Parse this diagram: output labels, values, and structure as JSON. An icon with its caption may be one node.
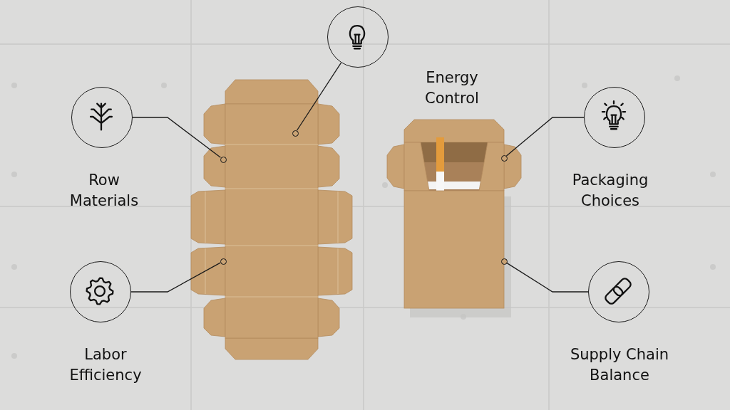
{
  "diagram": {
    "nodes": [
      {
        "text": [
          "Row Materials"
        ]
      },
      {
        "text": [
          "Energy Control"
        ]
      },
      {
        "text": [
          "Packaging Choices"
        ]
      },
      {
        "text": [
          "Labor Efficiency"
        ]
      },
      {
        "text": [
          "Supply Chain Balance"
        ]
      },
      {
        "text": [],
        "shape": "circle"
      },
      {
        "text": [],
        "shape": "circle"
      },
      {
        "text": [],
        "shape": "circle"
      },
      {
        "text": [],
        "shape": "circle"
      },
      {
        "text": [],
        "shape": "circle"
      }
    ],
    "edges": [
      {
        "from": 0,
        "to": 5,
        "arrow": "none"
      },
      {
        "from": 1,
        "to": 6,
        "arrow": "none"
      },
      {
        "from": 2,
        "to": 7,
        "arrow": "none"
      },
      {
        "from": 3,
        "to": 8,
        "arrow": "none"
      },
      {
        "from": 4,
        "to": 9,
        "arrow": "none"
      }
    ]
  }
}
